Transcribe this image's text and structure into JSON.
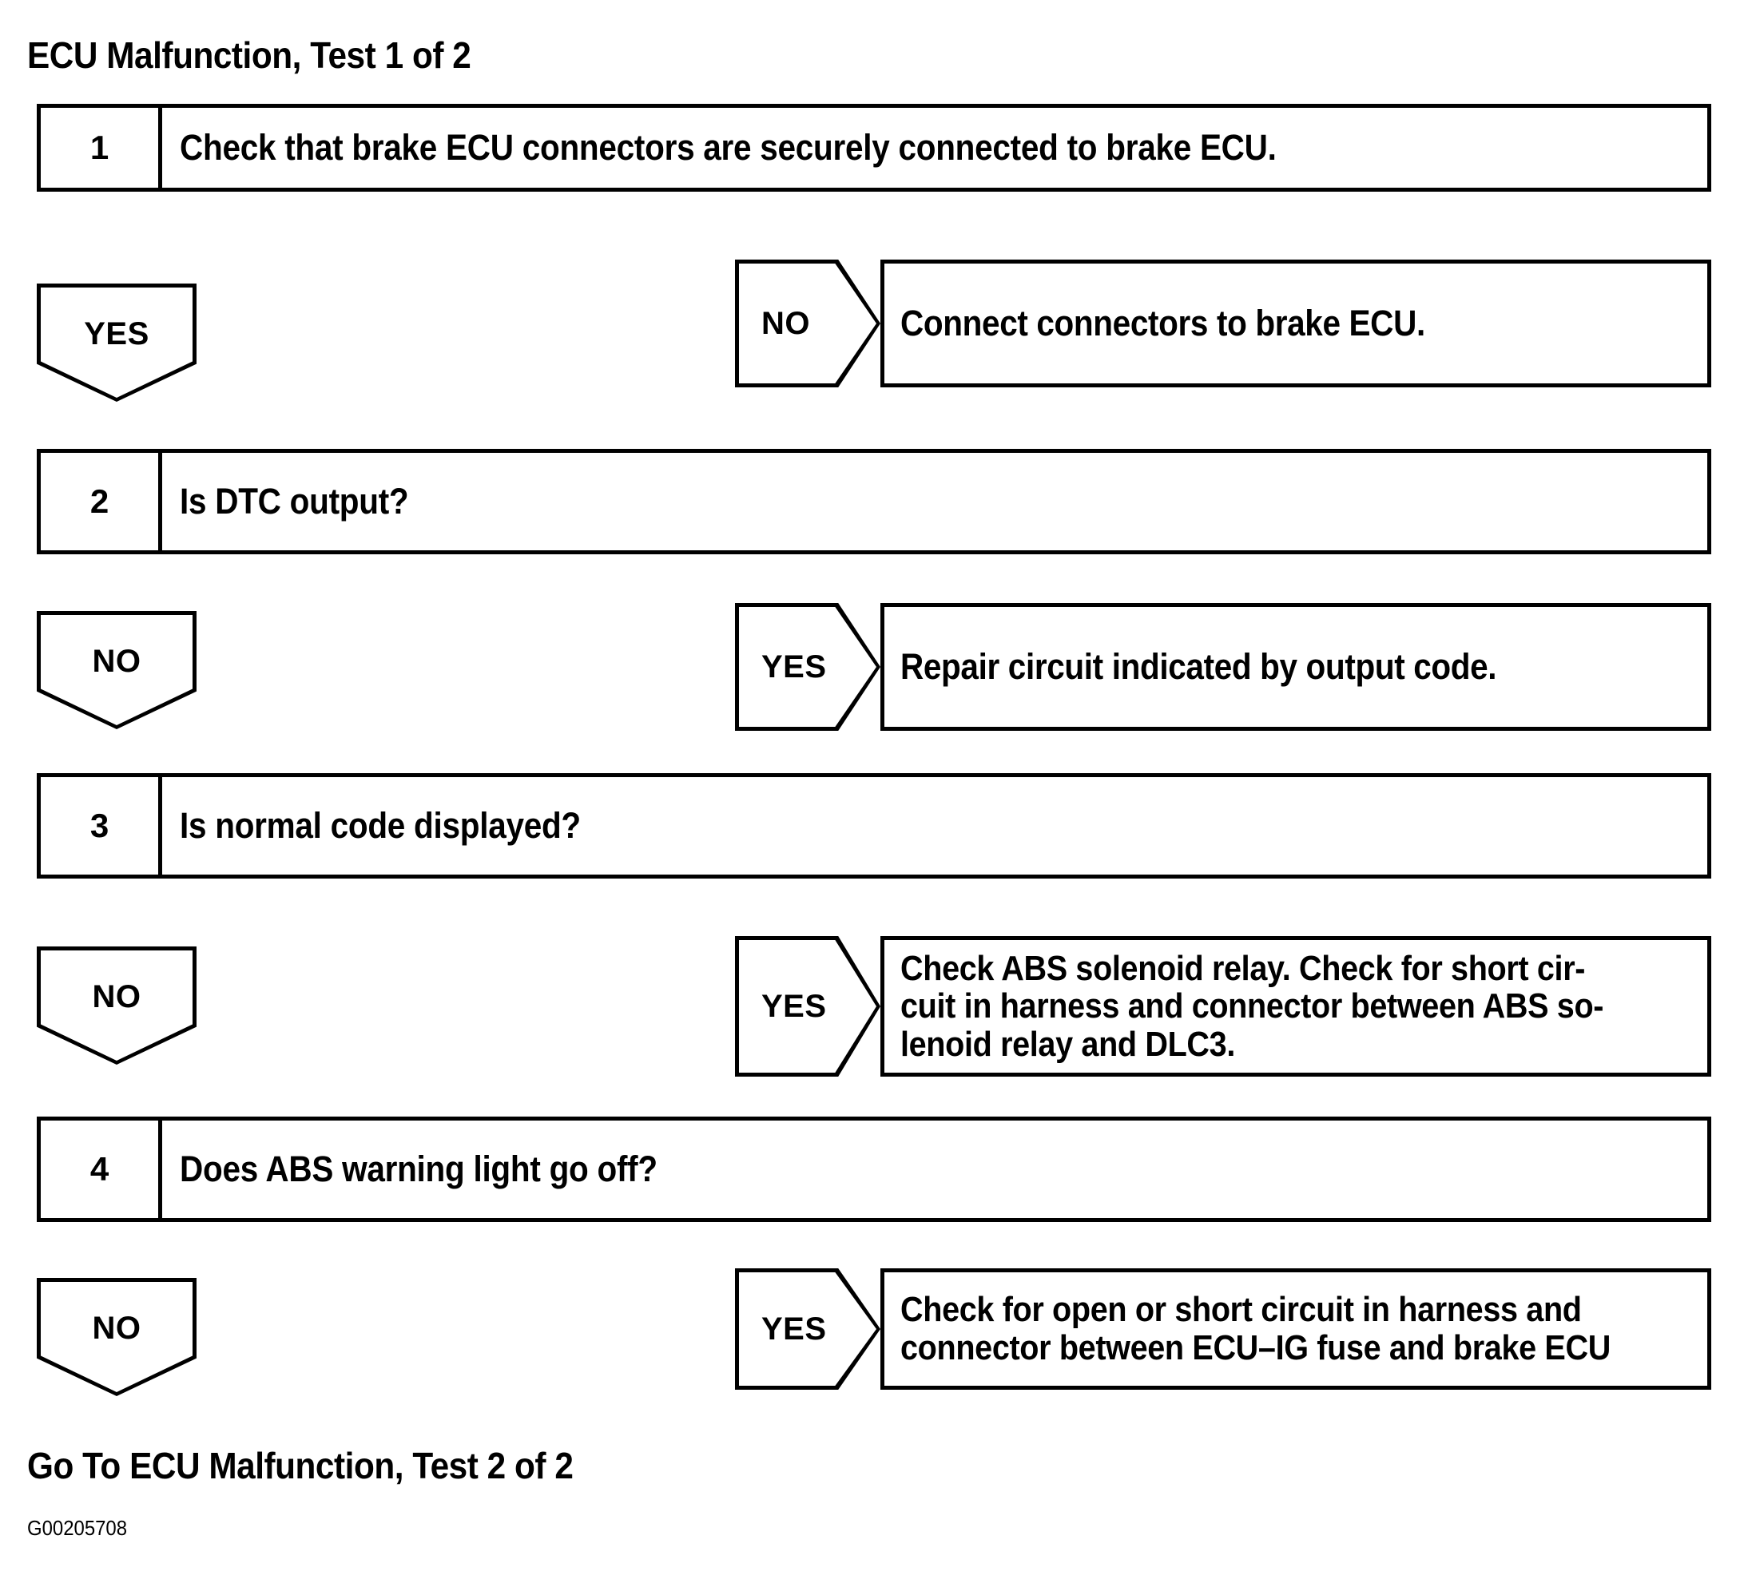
{
  "document": {
    "title": "ECU Malfunction, Test 1 of 2",
    "goto_label": "Go To ECU Malfunction, Test 2 of 2",
    "diagram_id": "G00205708"
  },
  "flowchart": {
    "type": "diagnostic-flowchart",
    "steps": [
      {
        "number": "1",
        "text": "Check that brake ECU connectors are securely connected to brake ECU."
      },
      {
        "number": "2",
        "text": "Is DTC output?"
      },
      {
        "number": "3",
        "text": "Is normal code displayed?"
      },
      {
        "number": "4",
        "text": "Does ABS warning light go off?"
      }
    ],
    "branches": [
      {
        "continue_label": "YES",
        "exit_label": "NO",
        "exit_action_lines": [
          "Connect connectors to brake ECU."
        ]
      },
      {
        "continue_label": "NO",
        "exit_label": "YES",
        "exit_action_lines": [
          "Repair circuit indicated by output code."
        ]
      },
      {
        "continue_label": "NO",
        "exit_label": "YES",
        "exit_action_lines": [
          "Check ABS solenoid relay. Check for short cir-",
          "cuit in harness and connector between ABS so-",
          "lenoid relay and DLC3."
        ]
      },
      {
        "continue_label": "NO",
        "exit_label": "YES",
        "exit_action_lines": [
          "Check for open or short circuit in harness and",
          "connector between ECU–IG fuse and brake ECU"
        ]
      }
    ]
  },
  "colors": {
    "ink": "#000000",
    "paper": "#ffffff"
  }
}
